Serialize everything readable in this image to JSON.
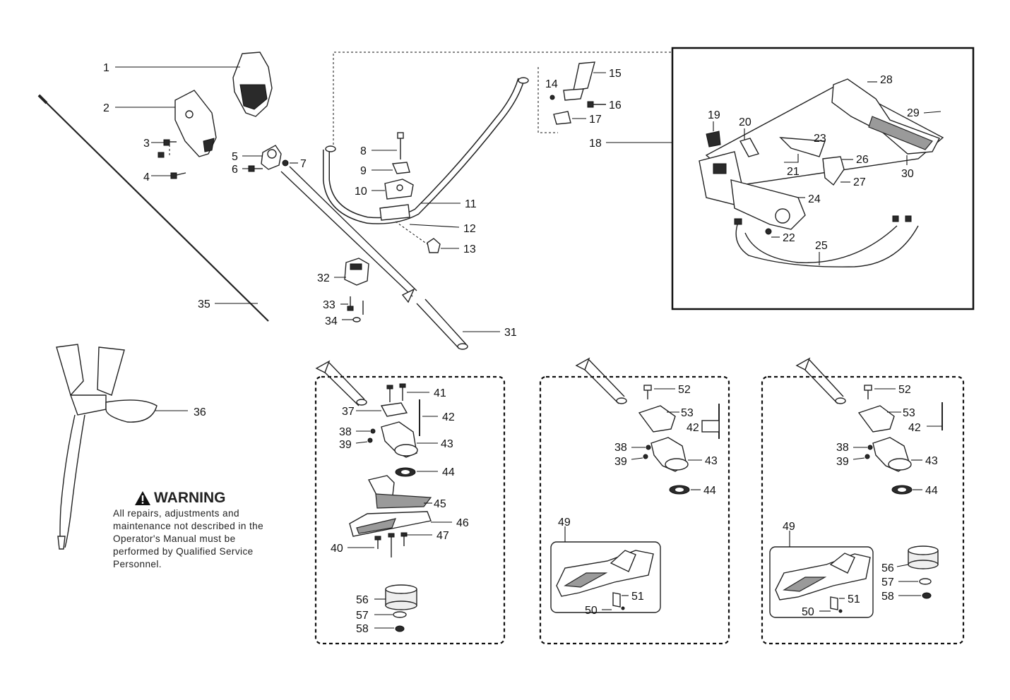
{
  "warning": {
    "title": "WARNING",
    "body": "All repairs, adjustments and maintenance not described in the Operator's Manual must be performed by Qualified Service Personnel."
  },
  "callouts": {
    "n1": "1",
    "n2": "2",
    "n3": "3",
    "n4": "4",
    "n5": "5",
    "n6": "6",
    "n7": "7",
    "n8": "8",
    "n9": "9",
    "n10": "10",
    "n11": "11",
    "n12": "12",
    "n13": "13",
    "n14": "14",
    "n15": "15",
    "n16": "16",
    "n17": "17",
    "n18": "18",
    "n19": "19",
    "n20": "20",
    "n21": "21",
    "n22": "22",
    "n23": "23",
    "n24": "24",
    "n25": "25",
    "n26": "26",
    "n27": "27",
    "n28": "28",
    "n29": "29",
    "n30": "30",
    "n31": "31",
    "n32": "32",
    "n33": "33",
    "n34": "34",
    "n35": "35",
    "n36": "36",
    "n37": "37",
    "n38": "38",
    "n39": "39",
    "n40": "40",
    "n41": "41",
    "n42": "42",
    "n43": "43",
    "n44": "44",
    "n45": "45",
    "n46": "46",
    "n47": "47",
    "n49": "49",
    "n50": "50",
    "n51": "51",
    "n52": "52",
    "n53": "53",
    "n56": "56",
    "n57": "57",
    "n58": "58"
  },
  "colors": {
    "line": "#111111",
    "part_fill": "#ffffff",
    "shade": "#9a9a9a"
  }
}
